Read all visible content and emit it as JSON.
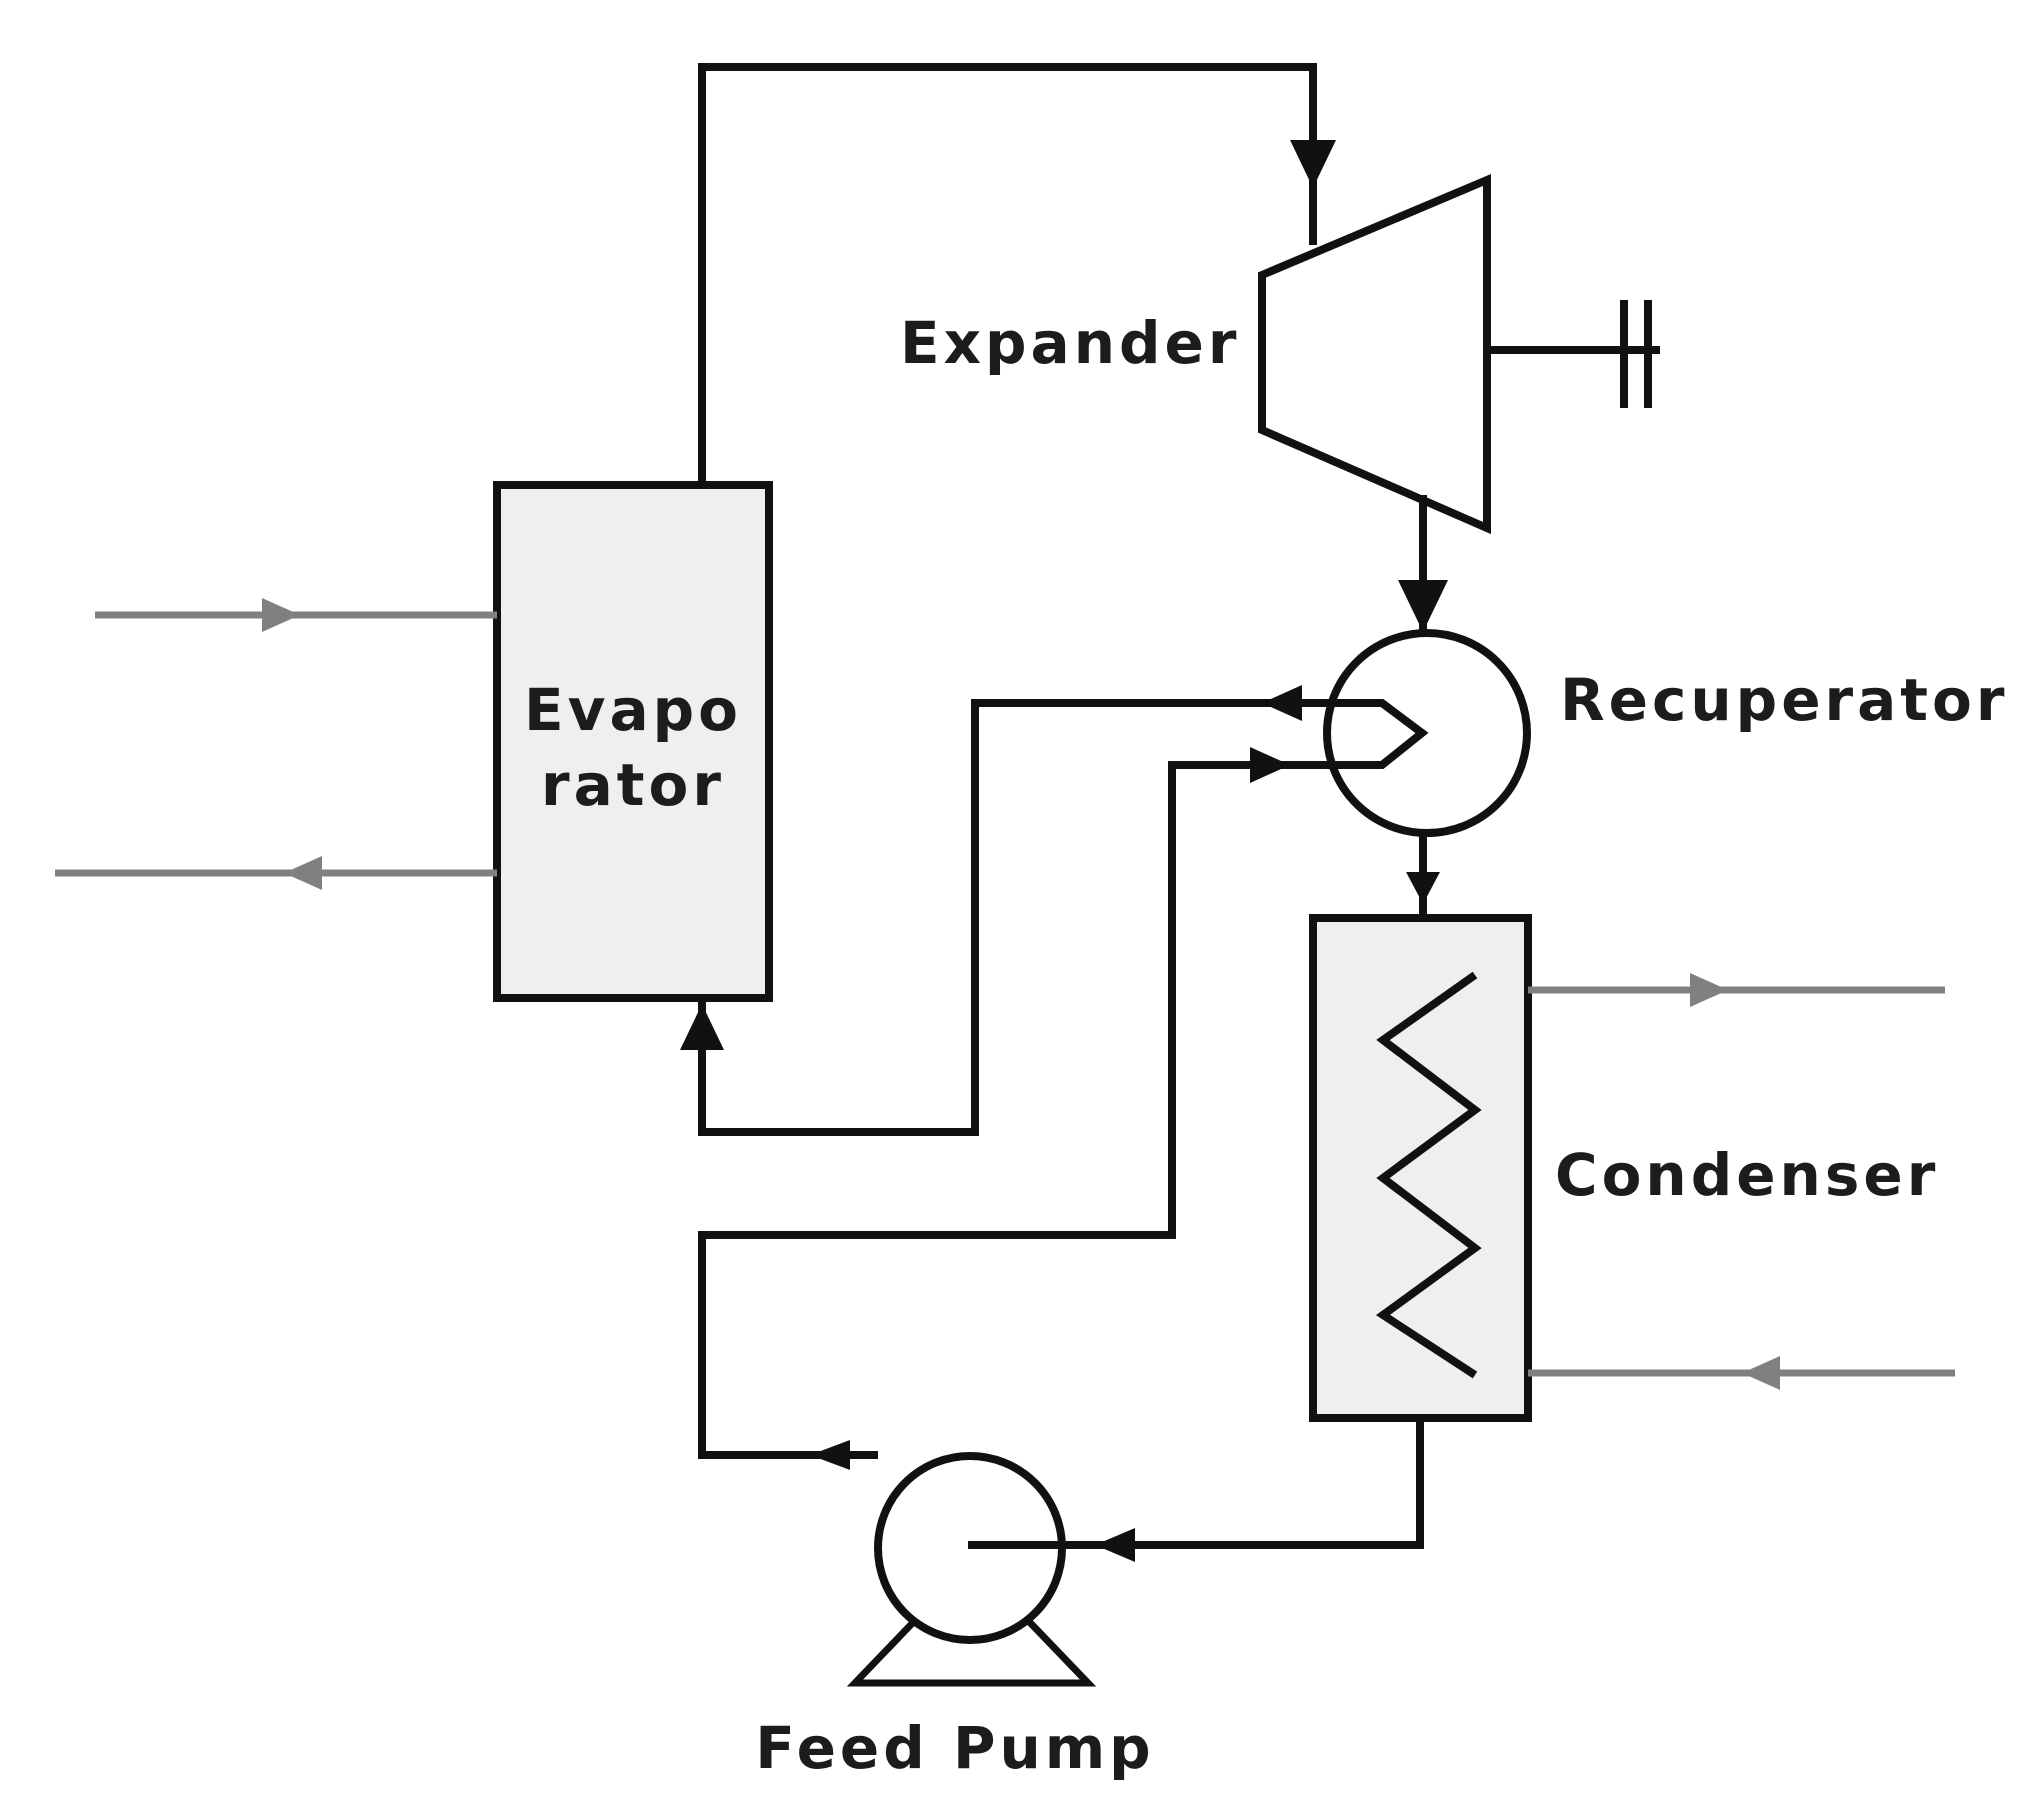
{
  "diagram": {
    "labels": {
      "expander": "Expander",
      "evaporator_line1": "Evapo",
      "evaporator_line2": "rator",
      "recuperator": "Recuperator",
      "condenser": "Condenser",
      "feed_pump": "Feed Pump"
    },
    "colors": {
      "working_fluid": "#111111",
      "external_stream": "#808080",
      "equipment_fill": "#efefef"
    }
  }
}
